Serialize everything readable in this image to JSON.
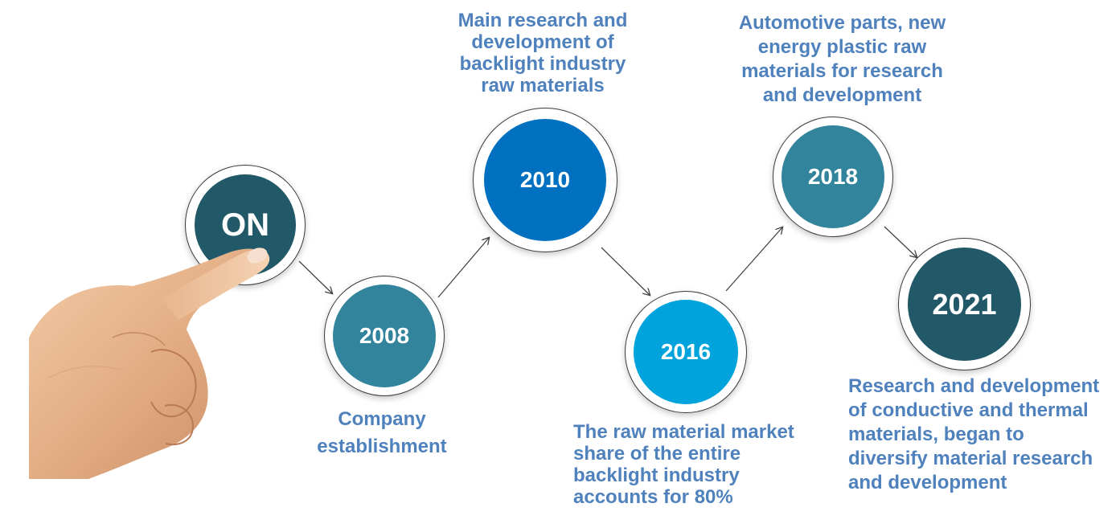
{
  "nodes": {
    "on": {
      "label": "ON",
      "color": "#215968"
    },
    "y2008": {
      "label": "2008",
      "color": "#31849b"
    },
    "y2010": {
      "label": "2010",
      "color": "#0070c0"
    },
    "y2016": {
      "label": "2016",
      "color": "#00a3dc"
    },
    "y2018": {
      "label": "2018",
      "color": "#31849b"
    },
    "y2021": {
      "label": "2021",
      "color": "#215968"
    }
  },
  "captions": {
    "y2008": {
      "line1": "Company",
      "line2": "establishment"
    },
    "y2010": {
      "line1": "Main research and",
      "line2": "development of",
      "line3": "backlight industry",
      "line4": "raw materials"
    },
    "y2016": {
      "line1": "The raw material market",
      "line2": "share of the entire",
      "line3": "backlight industry",
      "line4": "accounts for 80%"
    },
    "y2018": {
      "line1": "Automotive parts, new",
      "line2": "energy plastic raw",
      "line3": "materials for research",
      "line4": "and development"
    },
    "y2021": {
      "line1": "Research and development",
      "line2": "of conductive and thermal",
      "line3": "materials, began to",
      "line4": "diversify material research",
      "line5": "and development"
    }
  },
  "colors": {
    "caption": "#4f81bd",
    "arrow": "#444444",
    "ring": "#3a3a3a"
  },
  "icons": {
    "hand": "pointing-hand-icon"
  }
}
